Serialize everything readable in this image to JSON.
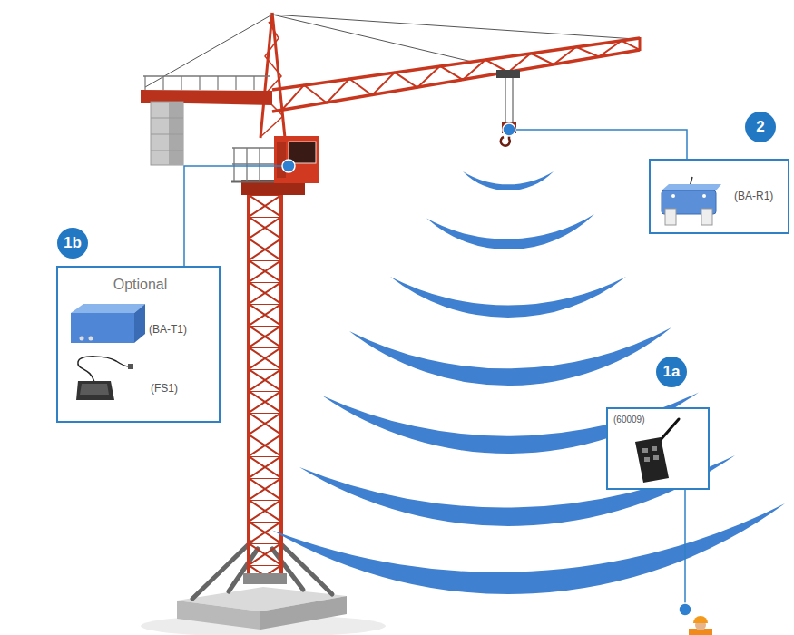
{
  "diagram": {
    "nodes": [
      {
        "text": [
          "2"
        ]
      },
      {
        "text": [
          "(BA-R1)"
        ]
      },
      {
        "text": [
          "1b"
        ]
      },
      {
        "text": [
          "Optional",
          "(BA-T1)",
          "(FS1)"
        ]
      },
      {
        "text": [
          "1a"
        ]
      },
      {
        "text": [
          "(60009)"
        ]
      }
    ]
  }
}
